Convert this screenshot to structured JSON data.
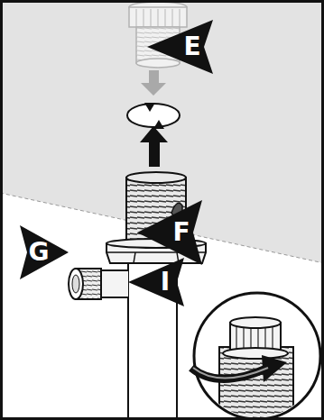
{
  "diagram": {
    "labels": [
      "E",
      "F",
      "G",
      "I"
    ]
  }
}
